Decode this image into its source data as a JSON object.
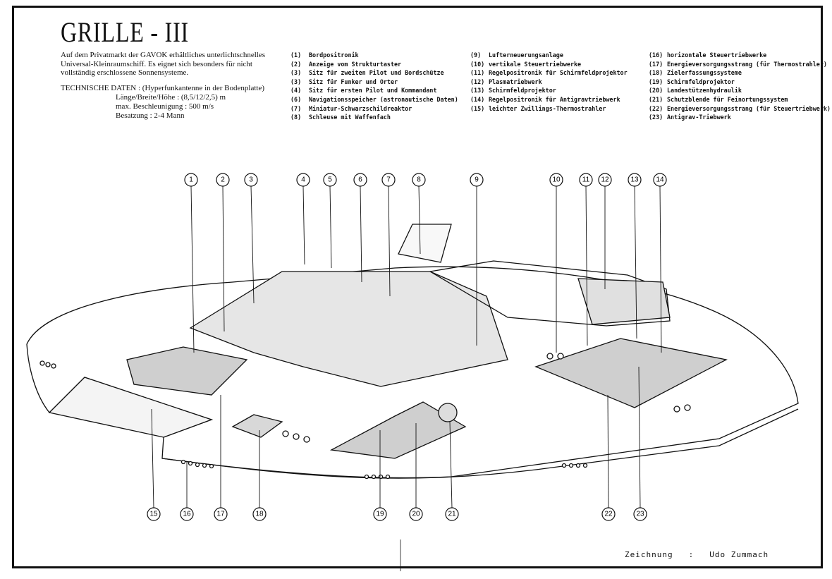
{
  "title": "GRILLE - III",
  "description": "Auf dem Privatmarkt der GAVOK erhältliches unterlichtschnelles Universal-Kleinraumschiff. Es eignet sich besonders für nicht vollständig erschlossene Sonnensysteme.",
  "technical": {
    "heading": "TECHNISCHE DATEN : (Hyperfunkantenne in der Bodenplatte)",
    "rows": [
      {
        "label": "Länge/Breite/Höhe",
        "value": ": (8,5/12/2,5) m"
      },
      {
        "label": "max. Beschleunigung",
        "value": ": 500 m/s"
      },
      {
        "label": "Besatzung",
        "value": ": 2-4 Mann"
      }
    ]
  },
  "legend": [
    [
      {
        "n": "(1)",
        "t": "Bordpositronik"
      },
      {
        "n": "(2)",
        "t": "Anzeige vom Strukturtaster"
      },
      {
        "n": "(3)",
        "t": "Sitz für zweiten Pilot und Bordschütze"
      },
      {
        "n": "(3)",
        "t": "Sitz für Funker und Orter"
      },
      {
        "n": "(4)",
        "t": "Sitz für ersten Pilot und Kommandant"
      },
      {
        "n": "(6)",
        "t": "Navigationsspeicher (astronautische Daten)"
      },
      {
        "n": "(7)",
        "t": "Miniatur-Schwarzschildreaktor"
      },
      {
        "n": "(8)",
        "t": "Schleuse mit Waffenfach"
      }
    ],
    [
      {
        "n": "(9)",
        "t": "Lufterneuerungsanlage"
      },
      {
        "n": "(10)",
        "t": "vertikale Steuertriebwerke"
      },
      {
        "n": "(11)",
        "t": "Regelpositronik für Schirmfeldprojektor"
      },
      {
        "n": "(12)",
        "t": "Plasmatriebwerk"
      },
      {
        "n": "(13)",
        "t": "Schirmfeldprojektor"
      },
      {
        "n": "(14)",
        "t": "Regelpositronik für Antigravtriebwerk"
      },
      {
        "n": "(15)",
        "t": "leichter Zwillings-Thermostrahler"
      }
    ],
    [
      {
        "n": "(16)",
        "t": "horizontale Steuertriebwerke"
      },
      {
        "n": "(17)",
        "t": "Energieversorgungsstrang (für Thermostrahler)"
      },
      {
        "n": "(18)",
        "t": "Zielerfassungssysteme"
      },
      {
        "n": "(19)",
        "t": "Schirmfeldprojektor"
      },
      {
        "n": "(20)",
        "t": "Landestützenhydraulik"
      },
      {
        "n": "(21)",
        "t": "Schutzblende für Feinortungssystem"
      },
      {
        "n": "(22)",
        "t": "Energieversorgungsstrang (für Steuertriebwerk)"
      },
      {
        "n": "(23)",
        "t": "Antigrav-Triebwerk"
      }
    ]
  ],
  "callouts": [
    "1",
    "2",
    "3",
    "4",
    "5",
    "6",
    "7",
    "8",
    "9",
    "10",
    "11",
    "12",
    "13",
    "14",
    "15",
    "16",
    "17",
    "18",
    "19",
    "20",
    "21",
    "22",
    "23"
  ],
  "credit": {
    "label": "Zeichnung",
    "sep": ":",
    "author": "Udo Zummach"
  }
}
